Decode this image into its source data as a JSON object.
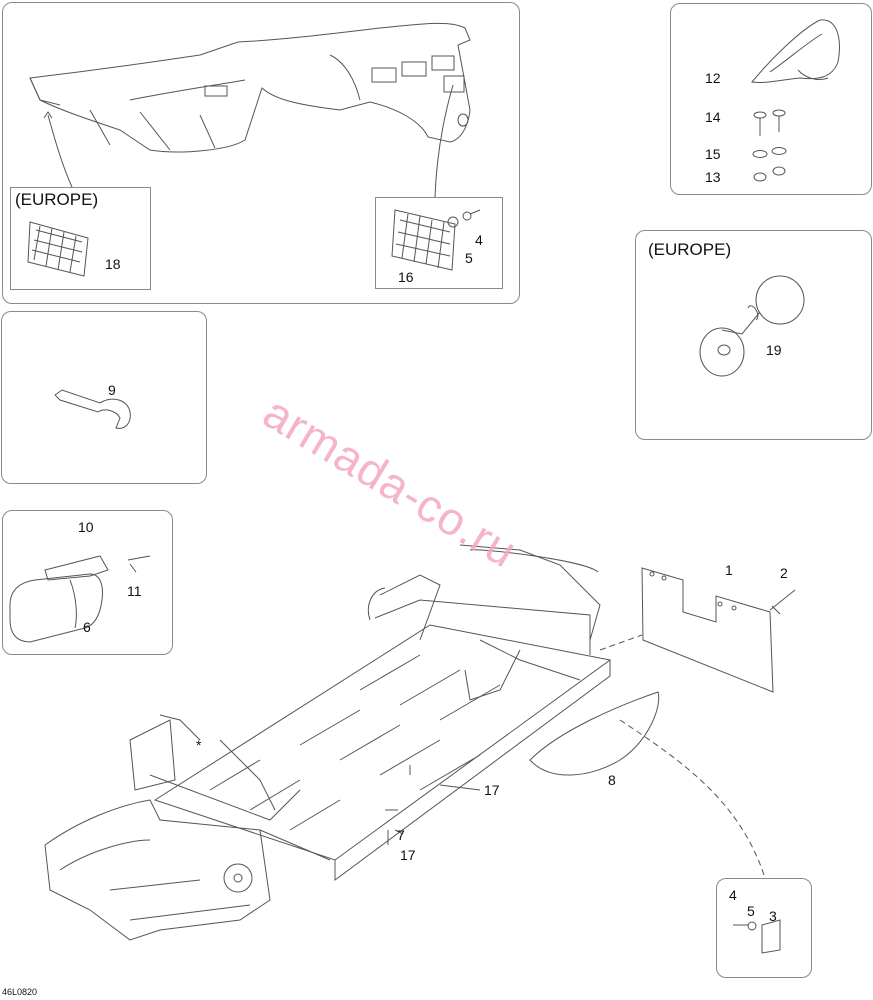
{
  "labels": {
    "l1": "1",
    "l2": "2",
    "l3": "3",
    "l4a": "4",
    "l4b": "4",
    "l5a": "5",
    "l5b": "5",
    "l6": "6",
    "l7": "7",
    "l8": "8",
    "l9": "9",
    "l10": "10",
    "l11": "11",
    "l12": "12",
    "l13": "13",
    "l14": "14",
    "l15": "15",
    "l16": "16",
    "l17a": "17",
    "l17b": "17",
    "l18": "18",
    "l19": "19"
  },
  "headers": {
    "europe_reflector": "(EUROPE)",
    "europe_horn": "(EUROPE)"
  },
  "watermark": "armada-co.ru",
  "diagram_code": "46L0820",
  "colors": {
    "watermark": "#f4a6c4",
    "line": "#555555",
    "border": "#8a8a8a"
  },
  "icons": {
    "callout_mark": "asterisk"
  },
  "asterisk": "*"
}
